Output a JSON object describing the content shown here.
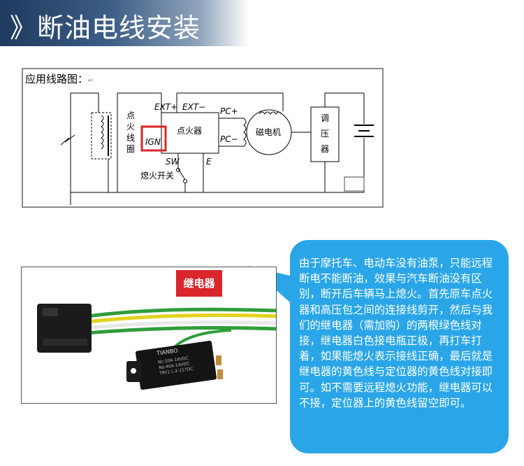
{
  "banner": {
    "title": "》断油电线安装"
  },
  "diagram": {
    "title": "应用线路图：",
    "paragraph_mark": "↵",
    "labels": {
      "ext_plus": "EXT+",
      "ext_minus": "EXT−",
      "pc_plus": "PC+",
      "pc_minus": "PC−",
      "ignition_coil": [
        "点",
        "火",
        "线",
        "圈"
      ],
      "ign": "IGN",
      "igniter": "点火器",
      "magneto": "磁电机",
      "regulator": [
        "调",
        "压",
        "器"
      ],
      "sw": "SW",
      "e": "E",
      "kill_switch": "熄火开关"
    }
  },
  "photo": {
    "relay_label": "继电器",
    "relay_print": [
      "TIANBO",
      "Nc:20A 14VDC",
      "No:40A 14VDC",
      "TRY1 L-2-117DC"
    ]
  },
  "colors": {
    "highlight": "#d9252b",
    "bubble": "#2aa6e8",
    "banner": "#1f3a60",
    "wire_green": "#2f9e3a",
    "wire_yellow": "#e3d21c"
  },
  "bubble": {
    "text": "由于摩托车、电动车没有油泵，只能远程断电不能断油，效果与汽车断油没有区别，断开后车辆马上熄火。首先原车点火器和高压包之间的连接线剪开，然后与我们的继电器（需加购）的两根绿色线对接，继电器白色接电瓶正极，再打车打着，如果能熄火表示接线正确，最后就是继电器的黄色线与定位器的黄色线对接即可。如不需要远程熄火功能，继电器可以不接，定位器上的黄色线留空即可。"
  }
}
